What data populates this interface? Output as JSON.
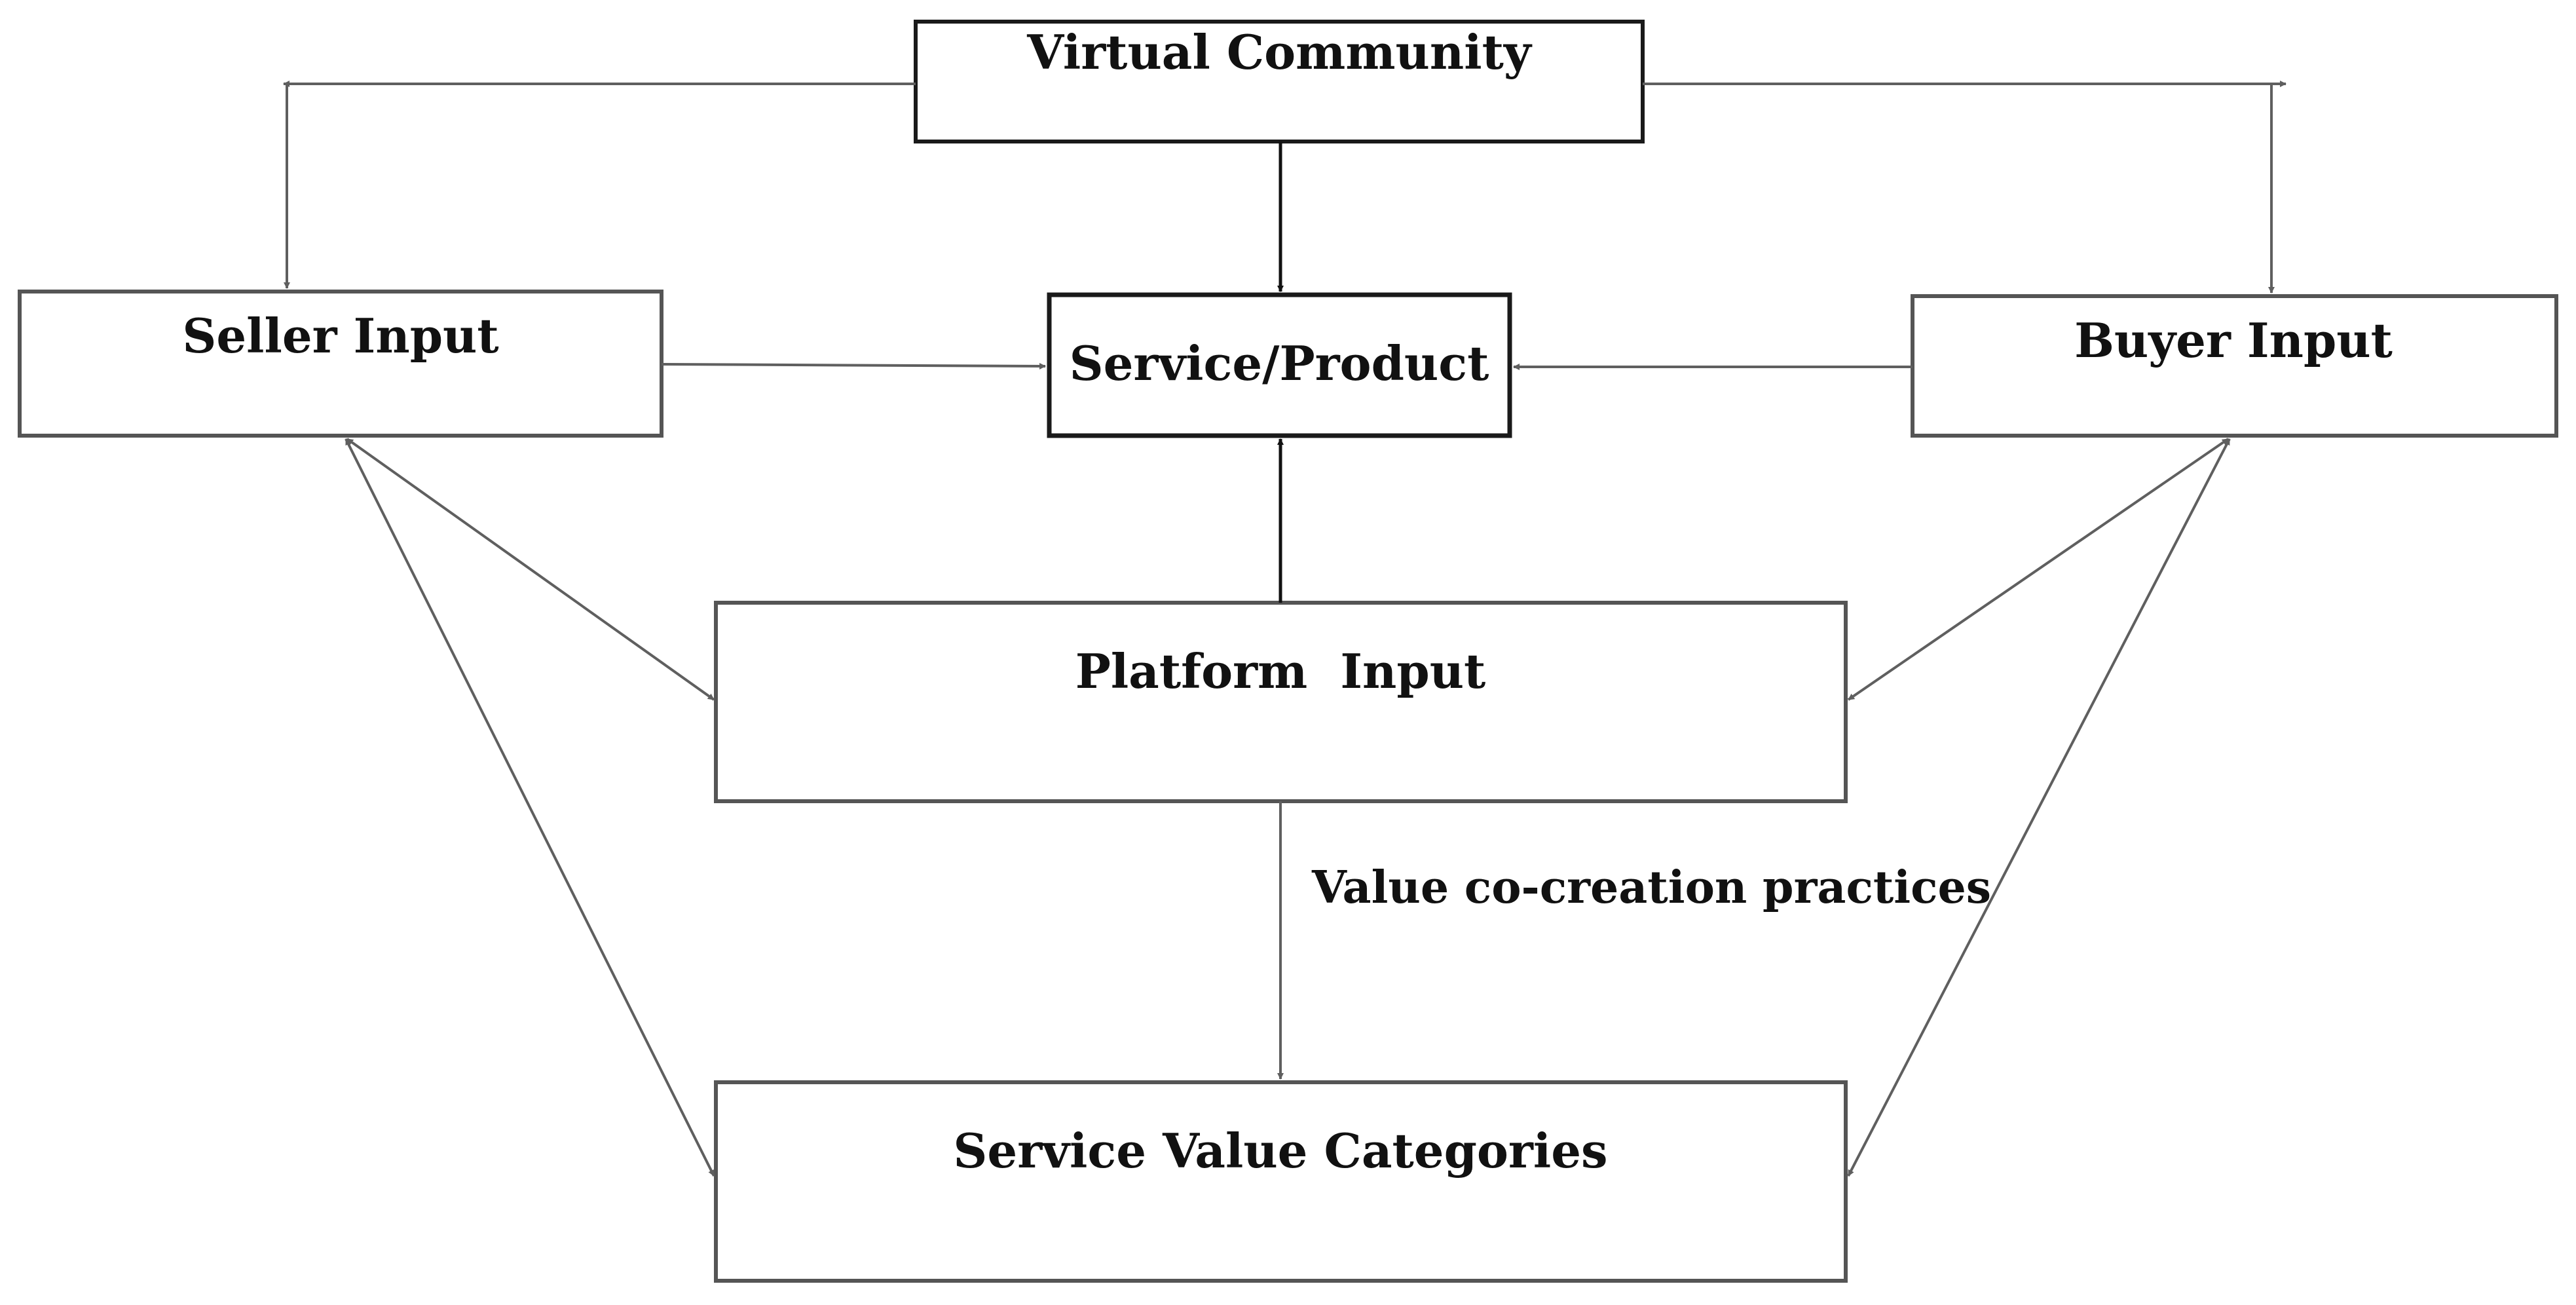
{
  "nodes": {
    "virtual_community": {
      "label": "Virtual Community"
    },
    "seller_input": {
      "label": "Seller Input"
    },
    "service_product": {
      "label": "Service/Product"
    },
    "buyer_input": {
      "label": "Buyer Input"
    },
    "platform_input": {
      "label": "Platform  Input"
    },
    "service_value_categories": {
      "label": "Service Value Categories"
    }
  },
  "edge_labels": {
    "value_cocreation": "Value co-creation practices"
  },
  "colors": {
    "box_stroke": "#555555",
    "box_stroke_dark": "#1a1a1a",
    "connector": "#5f5f5f",
    "connector_dark": "#111111",
    "text": "#111111",
    "background": "#ffffff"
  }
}
